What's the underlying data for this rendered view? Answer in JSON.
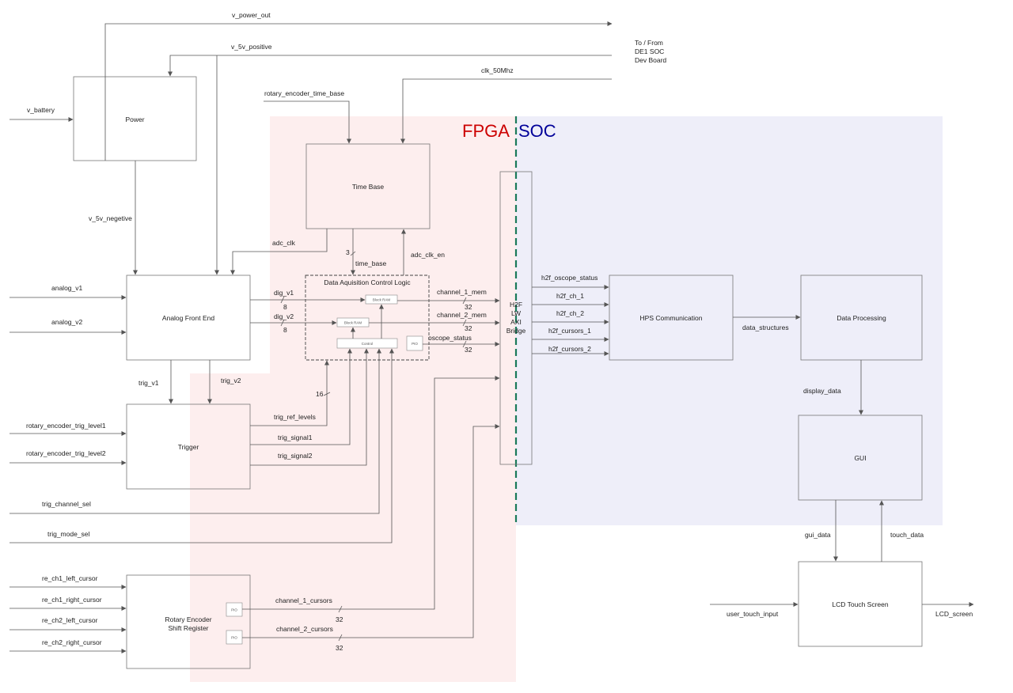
{
  "regions": {
    "fpga_label": "FPGA",
    "soc_label": "SOC",
    "fpga_color": "#cc0000",
    "soc_color": "#000099",
    "fpga_fill": "#fdeeee",
    "soc_fill": "#eeeef9",
    "divider_color": "#1a7a5a"
  },
  "external": {
    "de1_line1": "To / From",
    "de1_line2": "DE1 SOC",
    "de1_line3": "Dev Board"
  },
  "blocks": {
    "power": "Power",
    "time_base": "Time Base",
    "data_acq": "Data Aquisition Control Logic",
    "analog_front_end": "Analog Front End",
    "trigger": "Trigger",
    "rotary_line1": "Rotary Encoder",
    "rotary_line2": "Shift Register",
    "bridge_line1": "H2F",
    "bridge_line2": "LW",
    "bridge_line3": "AXI",
    "bridge_line4": "Bridge",
    "hps_comm": "HPS Communication",
    "data_processing": "Data Processing",
    "gui": "GUI",
    "lcd": "LCD Touch Screen"
  },
  "sub_blocks": {
    "block_ram": "Block RAM",
    "control": "Control",
    "pio": "PIO"
  },
  "signals": {
    "v_power_out": "v_power_out",
    "v_5v_positive": "v_5v_positive",
    "v_battery": "v_battery",
    "clk_50mhz": "clk_50Mhz",
    "rotary_encoder_time_base": "rotary_encoder_time_base",
    "v_5v_negetive": "v_5v_negetive",
    "adc_clk": "adc_clk",
    "time_base": "time_base",
    "adc_clk_en": "adc_clk_en",
    "analog_v1": "analog_v1",
    "analog_v2": "analog_v2",
    "dig_v1": "dig_v1",
    "dig_v2": "dig_v2",
    "channel_1_mem": "channel_1_mem",
    "channel_2_mem": "channel_2_mem",
    "oscope_status": "oscope_status",
    "trig_v1": "trig_v1",
    "trig_v2": "trig_v2",
    "rotary_encoder_trig_level1": "rotary_encoder_trig_level1",
    "rotary_encoder_trig_level2": "rotary_encoder_trig_level2",
    "trig_ref_levels": "trig_ref_levels",
    "trig_signal1": "trig_signal1",
    "trig_signal2": "trig_signal2",
    "trig_channel_sel": "trig_channel_sel",
    "trig_mode_sel": "trig_mode_sel",
    "re_ch1_left_cursor": "re_ch1_left_cursor",
    "re_ch1_right_cursor": "re_ch1_right_cursor",
    "re_ch2_left_cursor": "re_ch2_left_cursor",
    "re_ch2_right_cursor": "re_ch2_right_cursor",
    "channel_1_cursors": "channel_1_cursors",
    "channel_2_cursors": "channel_2_cursors",
    "h2f_oscope_status": "h2f_oscope_status",
    "h2f_ch_1": "h2f_ch_1",
    "h2f_ch_2": "h2f_ch_2",
    "h2f_cursors_1": "h2f_cursors_1",
    "h2f_cursors_2": "h2f_cursors_2",
    "data_structures": "data_structures",
    "display_data": "display_data",
    "gui_data": "gui_data",
    "touch_data": "touch_data",
    "user_touch_input": "user_touch_input",
    "lcd_screen": "LCD_screen"
  },
  "bus_widths": {
    "w3": "3",
    "w8a": "8",
    "w8b": "8",
    "w32a": "32",
    "w32b": "32",
    "w32c": "32",
    "w16": "16",
    "w32d": "32",
    "w32e": "32"
  }
}
